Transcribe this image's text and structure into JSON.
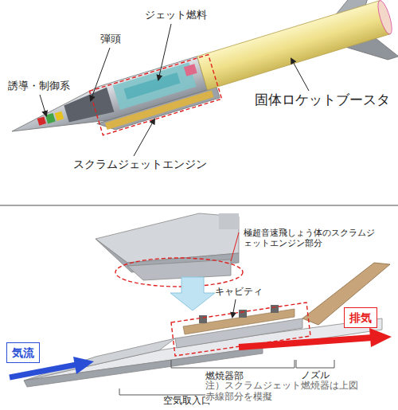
{
  "diagram": {
    "nodes": [
      {
        "text": [
          "排気"
        ]
      },
      {
        "text": [
          "気流"
        ]
      }
    ],
    "labels": [
      "誘導・制御系",
      "弾頭",
      "ジェット燃料",
      "スクラムジェットエンジン",
      "固体ロケットブースタ",
      "極超音速飛しょう体のスクラムジェットエンジン部分",
      "キャビティ",
      "燃焼器部",
      "ノズル",
      "空気取入口",
      "注）スクラムジェット燃焼器は上図赤線部分を模擬"
    ]
  }
}
